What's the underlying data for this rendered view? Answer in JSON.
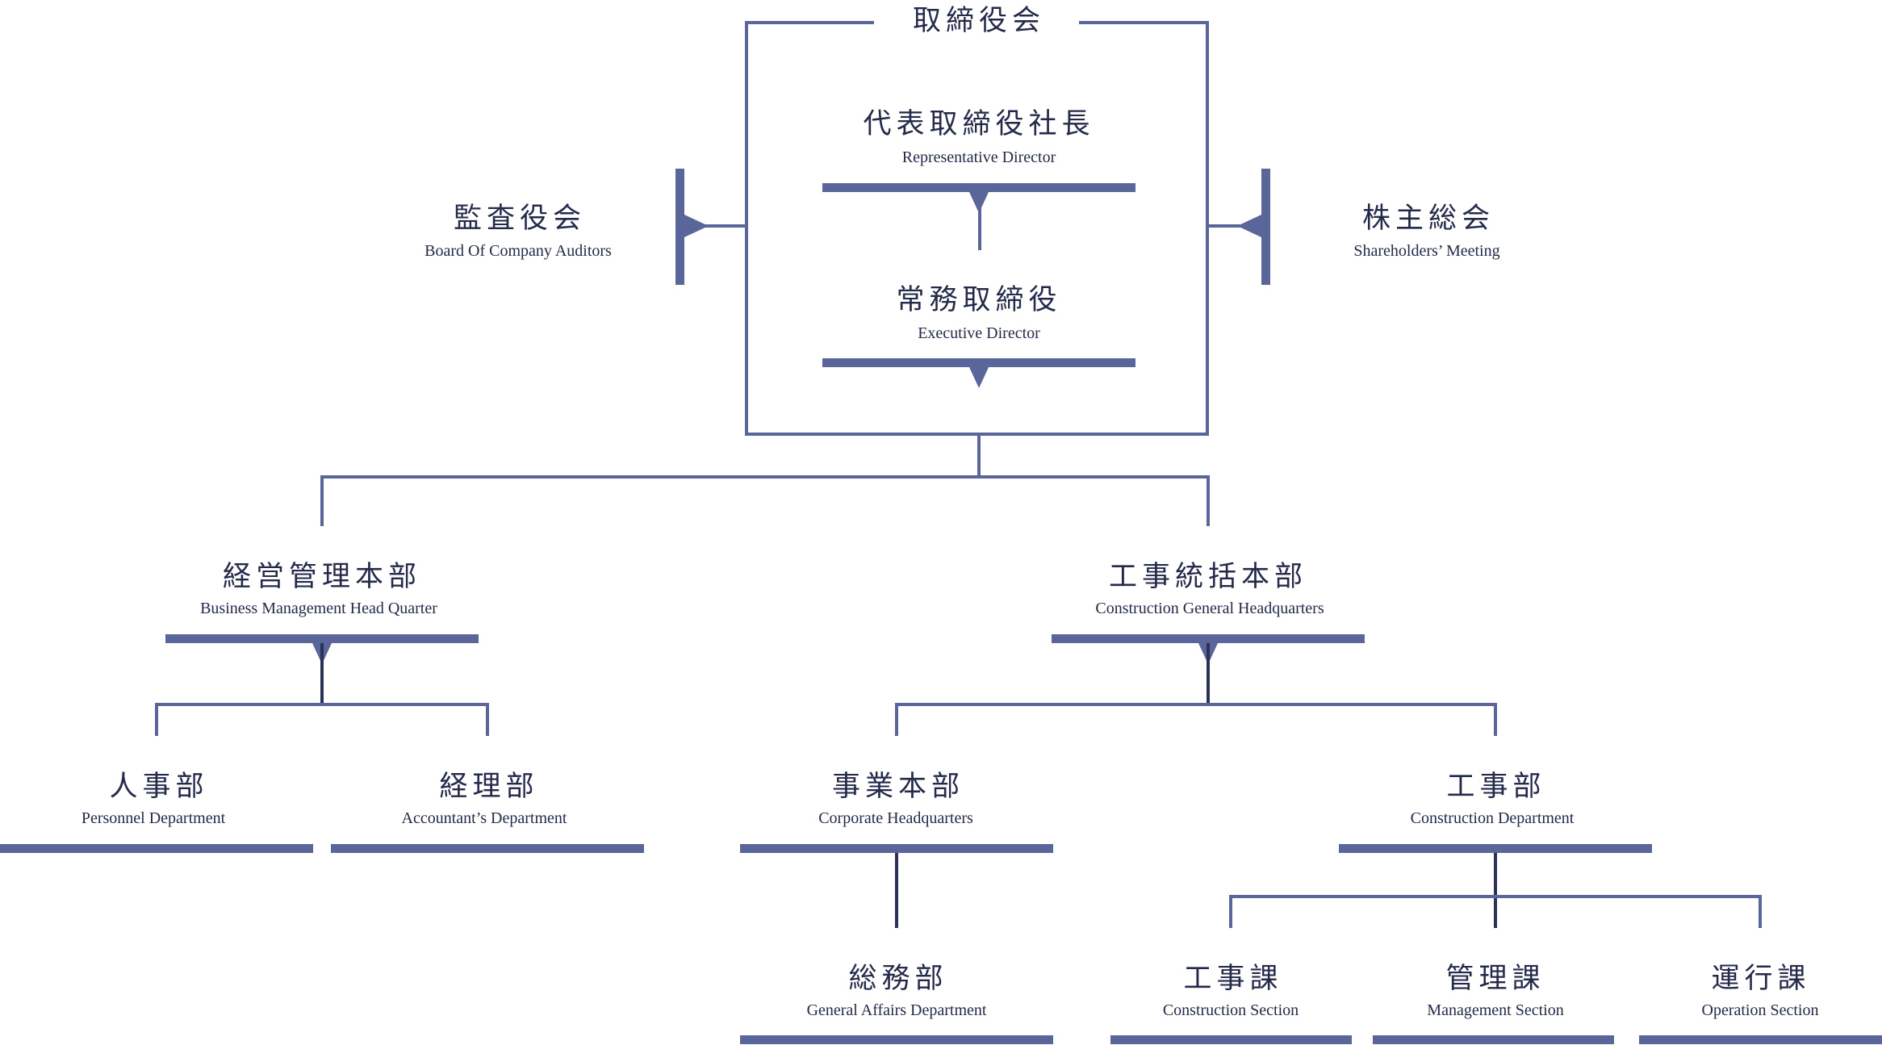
{
  "colors": {
    "line": "#5a6699",
    "dark_line": "#2c3255",
    "text": "#232a4a",
    "background": "#ffffff"
  },
  "board": {
    "jp": "取締役会"
  },
  "representative": {
    "jp": "代表取締役社長",
    "en": "Representative Director"
  },
  "executive": {
    "jp": "常務取締役",
    "en": "Executive Director"
  },
  "auditors": {
    "jp": "監査役会",
    "en": "Board Of Company Auditors"
  },
  "shareholders": {
    "jp": "株主総会",
    "en": "Shareholders’ Meeting"
  },
  "business_hq": {
    "jp": "経営管理本部",
    "en": "Business Management Head Quarter"
  },
  "construction_hq": {
    "jp": "工事統括本部",
    "en": "Construction General Headquarters"
  },
  "personnel": {
    "jp": "人事部",
    "en": "Personnel Department"
  },
  "accountant": {
    "jp": "経理部",
    "en": "Accountant’s Department"
  },
  "corporate_hq": {
    "jp": "事業本部",
    "en": "Corporate Headquarters"
  },
  "construction_dept": {
    "jp": "工事部",
    "en": "Construction Department"
  },
  "general_affairs": {
    "jp": "総務部",
    "en": "General Affairs Department"
  },
  "construction_section": {
    "jp": "工事課",
    "en": "Construction Section"
  },
  "management_section": {
    "jp": "管理課",
    "en": "Management Section"
  },
  "operation_section": {
    "jp": "運行課",
    "en": "Operation Section"
  }
}
